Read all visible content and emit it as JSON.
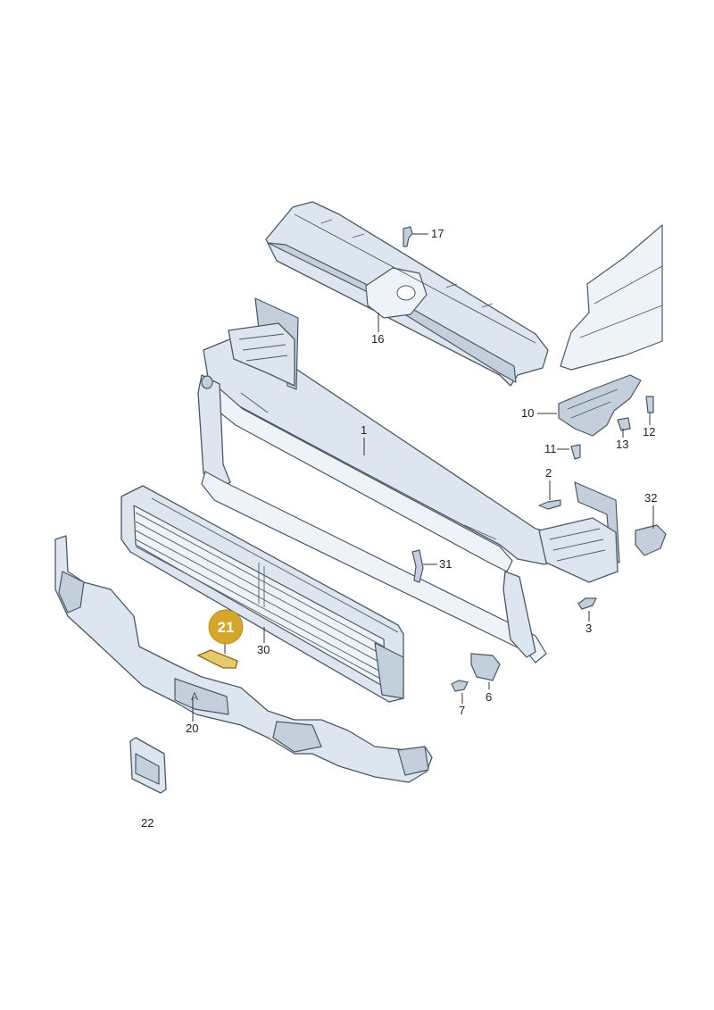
{
  "callouts": {
    "c1": "1",
    "c2": "2",
    "c3": "3",
    "c6": "6",
    "c7": "7",
    "c10": "10",
    "c11": "11",
    "c12": "12",
    "c13": "13",
    "c16": "16",
    "c17": "17",
    "c20": "20",
    "c21": "21",
    "c22": "22",
    "c30": "30",
    "c31": "31",
    "c32": "32"
  },
  "colors": {
    "part_fill": "#dde6ee",
    "part_outline": "#4a5866",
    "highlight": "#d4a72c"
  },
  "highlighted_part": "21"
}
